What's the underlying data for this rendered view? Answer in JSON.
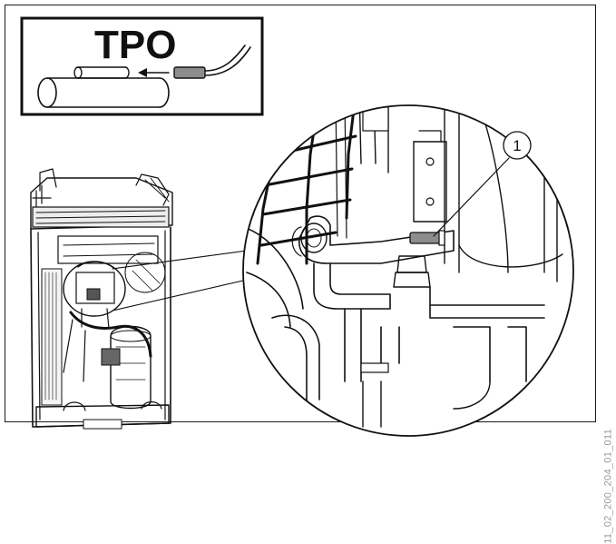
{
  "sensor_box": {
    "title": "TPO"
  },
  "callout": {
    "number": "1"
  },
  "figure_code": "11_02_200_204_01_011"
}
